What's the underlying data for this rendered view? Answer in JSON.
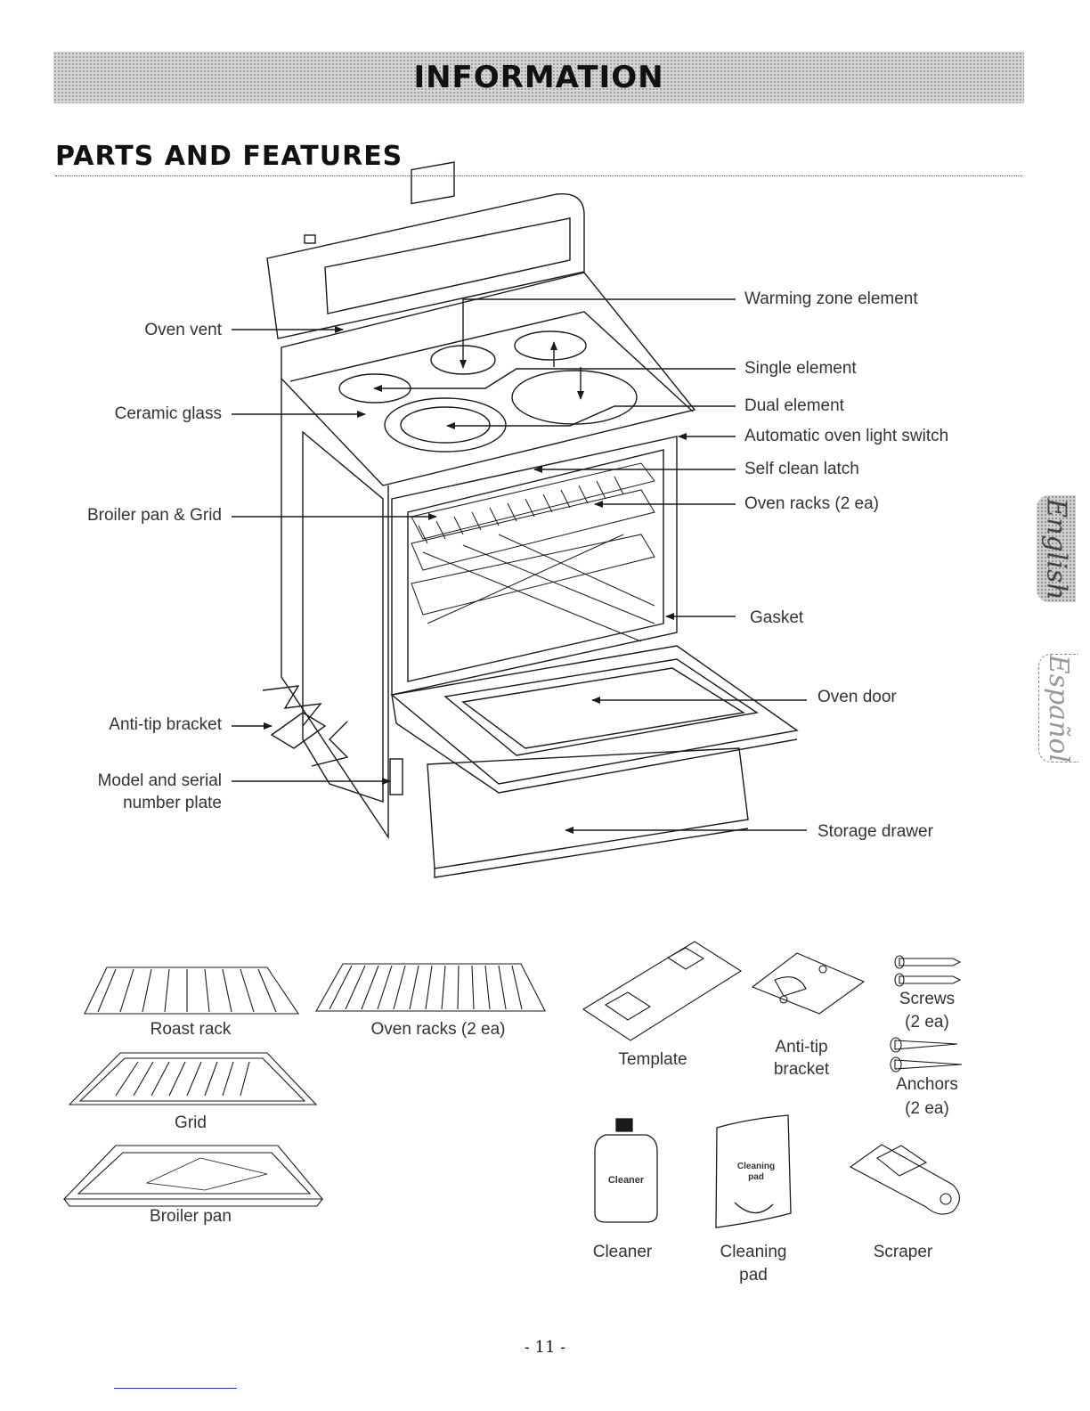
{
  "header": {
    "banner_title": "INFORMATION",
    "section_title": "PARTS AND FEATURES"
  },
  "callouts_left": {
    "oven_vent": "Oven vent",
    "ceramic_glass": "Ceramic glass",
    "broiler_pan_grid": "Broiler pan & Grid",
    "anti_tip_bracket": "Anti-tip bracket",
    "model_serial_1": "Model and serial",
    "model_serial_2": "number plate"
  },
  "callouts_right": {
    "warming_zone": "Warming zone element",
    "single_element": "Single element",
    "dual_element": "Dual element",
    "oven_light_switch": "Automatic oven light switch",
    "self_clean_latch": "Self clean latch",
    "oven_racks": "Oven racks (2 ea)",
    "gasket": "Gasket",
    "oven_door": "Oven door",
    "storage_drawer": "Storage drawer"
  },
  "accessories": {
    "roast_rack": "Roast rack",
    "oven_racks": "Oven racks (2 ea)",
    "grid": "Grid",
    "broiler_pan": "Broiler pan",
    "template": "Template",
    "anti_tip_1": "Anti-tip",
    "anti_tip_2": "bracket",
    "screws_1": "Screws",
    "screws_2": "(2 ea)",
    "anchors_1": "Anchors",
    "anchors_2": "(2 ea)",
    "cleaner": "Cleaner",
    "cleaning_pad_1": "Cleaning",
    "cleaning_pad_2": "pad",
    "scraper": "Scraper",
    "cleaner_bottle_text": "Cleaner",
    "pad_pkg_text_1": "Cleaning",
    "pad_pkg_text_2": "pad"
  },
  "tabs": {
    "english": "English",
    "espanol": "Español"
  },
  "footer": {
    "page_number": "- 11 -"
  },
  "colors": {
    "ink": "#1a1a1a",
    "label_gray": "#333333",
    "banner_gray": "#d4d4d4",
    "footer_blue": "#1a3fa8"
  }
}
